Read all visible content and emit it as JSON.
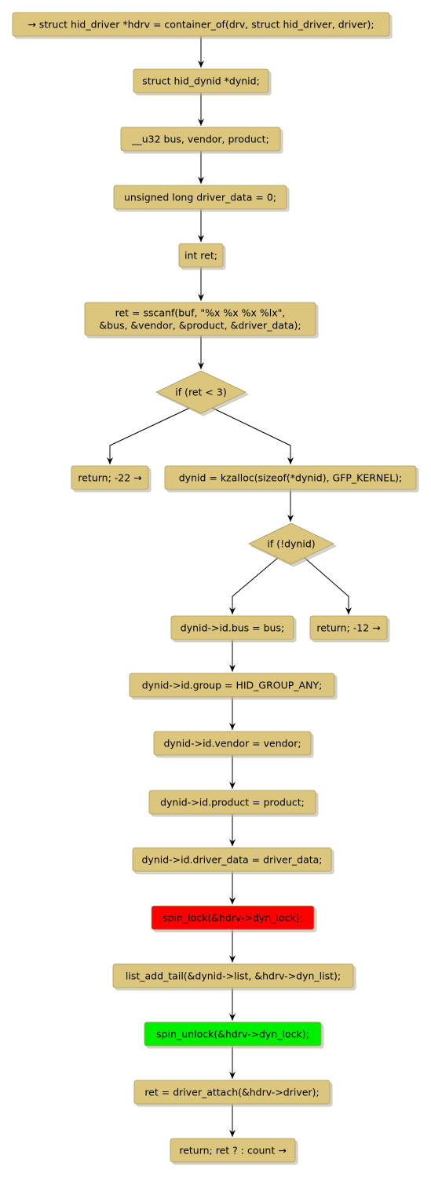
{
  "colors": {
    "default_fill": "#dcc67e",
    "lock_fill": "#ff0000",
    "unlock_fill": "#00ee00",
    "edge": "#000000"
  },
  "nodes": {
    "n1": {
      "lines": [
        "→ struct hid_driver *hdrv = container_of(drv, struct hid_driver, driver);"
      ]
    },
    "n2": {
      "lines": [
        "struct hid_dynid *dynid;"
      ]
    },
    "n3": {
      "lines": [
        "__u32 bus, vendor, product;"
      ]
    },
    "n4": {
      "lines": [
        "unsigned long driver_data = 0;"
      ]
    },
    "n5": {
      "lines": [
        "int ret;"
      ]
    },
    "n6": {
      "lines": [
        "ret = sscanf(buf, \"%x %x %x %lx\",",
        "&bus, &vendor, &product, &driver_data);"
      ]
    },
    "d1": {
      "lines": [
        "if (ret < 3)"
      ]
    },
    "n7": {
      "lines": [
        "return; -22 →"
      ]
    },
    "n8": {
      "lines": [
        "dynid = kzalloc(sizeof(*dynid), GFP_KERNEL);"
      ]
    },
    "d2": {
      "lines": [
        "if (!dynid)"
      ]
    },
    "n9": {
      "lines": [
        "dynid->id.bus = bus;"
      ]
    },
    "n10": {
      "lines": [
        "return; -12 →"
      ]
    },
    "n11": {
      "lines": [
        "dynid->id.group = HID_GROUP_ANY;"
      ]
    },
    "n12": {
      "lines": [
        "dynid->id.vendor = vendor;"
      ]
    },
    "n13": {
      "lines": [
        "dynid->id.product = product;"
      ]
    },
    "n14": {
      "lines": [
        "dynid->id.driver_data = driver_data;"
      ]
    },
    "n15": {
      "lines": [
        "spin_lock(&hdrv->dyn_lock);"
      ]
    },
    "n16": {
      "lines": [
        "list_add_tail(&dynid->list, &hdrv->dyn_list);"
      ]
    },
    "n17": {
      "lines": [
        "spin_unlock(&hdrv->dyn_lock);"
      ]
    },
    "n18": {
      "lines": [
        "ret = driver_attach(&hdrv->driver);"
      ]
    },
    "n19": {
      "lines": [
        "return; ret ? : count →"
      ]
    }
  }
}
